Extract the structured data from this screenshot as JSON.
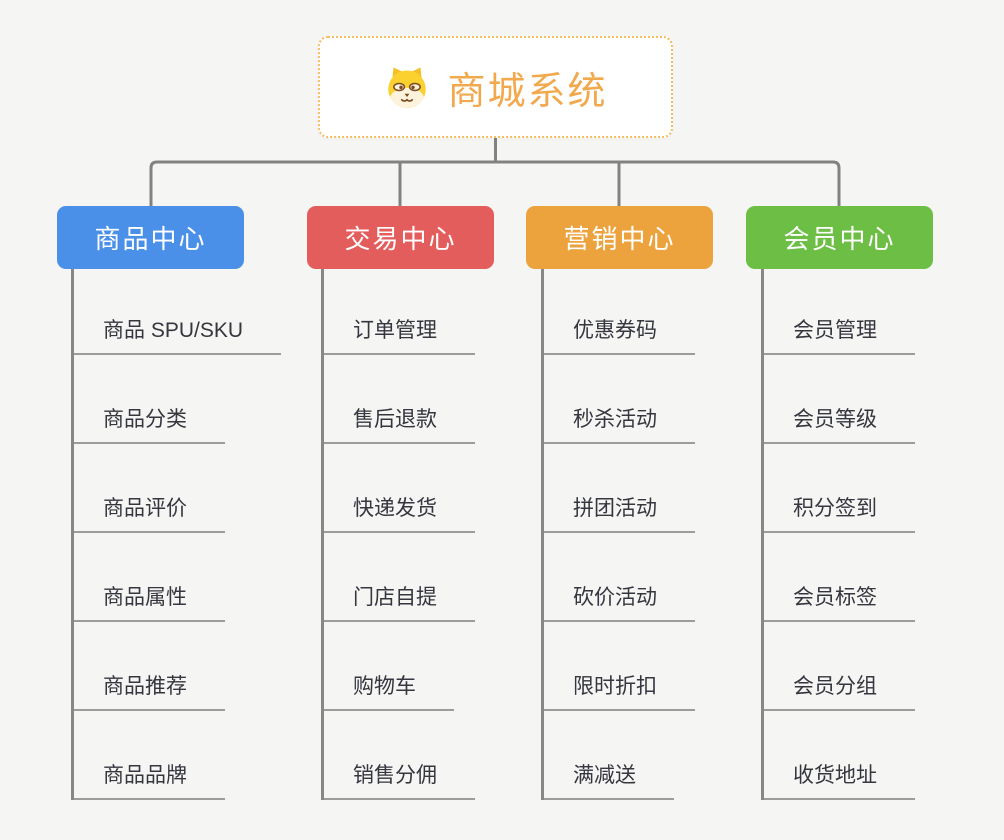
{
  "root": {
    "label": "商城系统",
    "icon": "dog-face-icon"
  },
  "colors": {
    "root_text": "#f2a94e",
    "root_border": "#f5bc60",
    "connector": "#828282",
    "underline": "#9c9c9c",
    "leaf_text": "#35363e",
    "canvas_bg": "#f5f5f4",
    "branch_blue": "#4b90e8",
    "branch_red": "#e45d5d",
    "branch_orange": "#eda33d",
    "branch_green": "#6dbe44"
  },
  "branches": [
    {
      "label": "商品中心",
      "color": "#4b90e8",
      "items": [
        "商品 SPU/SKU",
        "商品分类",
        "商品评价",
        "商品属性",
        "商品推荐",
        "商品品牌"
      ]
    },
    {
      "label": "交易中心",
      "color": "#e45d5d",
      "items": [
        "订单管理",
        "售后退款",
        "快递发货",
        "门店自提",
        "购物车",
        "销售分佣"
      ]
    },
    {
      "label": "营销中心",
      "color": "#eda33d",
      "items": [
        "优惠券码",
        "秒杀活动",
        "拼团活动",
        "砍价活动",
        "限时折扣",
        "满减送"
      ]
    },
    {
      "label": "会员中心",
      "color": "#6dbe44",
      "items": [
        "会员管理",
        "会员等级",
        "积分签到",
        "会员标签",
        "会员分组",
        "收货地址"
      ]
    }
  ]
}
